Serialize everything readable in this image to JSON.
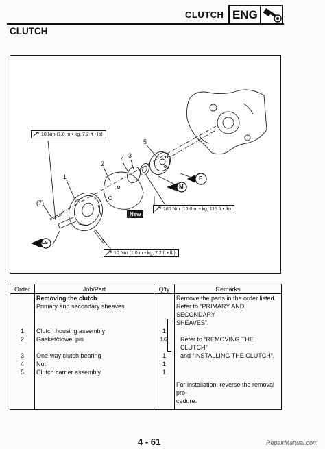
{
  "header": {
    "title": "CLUTCH",
    "badge_text": "ENG",
    "badge_icon": "engine-icon"
  },
  "section_title": "CLUTCH",
  "figure": {
    "torque_labels": [
      "10 Nm (1.0 m • kg, 7.2 ft • lb)",
      "160 Nm (16.0 m • kg, 115 ft • lb)",
      "10 Nm (1.0 m • kg, 7.2 ft • lb)"
    ],
    "new_tag": "New",
    "callouts": [
      "1",
      "2",
      "3",
      "4",
      "5",
      "(7)"
    ],
    "symbols": {
      "lubricant_left": "LS",
      "moly_grease": "M",
      "engine_oil": "E"
    }
  },
  "table": {
    "headers": {
      "order": "Order",
      "job_part": "Job/Part",
      "qty": "Q'ty",
      "remarks": "Remarks"
    },
    "rows": [
      {
        "order": "",
        "job": "Removing the clutch",
        "qty": "",
        "remarks": "Remove the parts in the order listed.",
        "bold": true
      },
      {
        "order": "",
        "job": "Primary and secondary sheaves",
        "qty": "",
        "remarks": "Refer to “PRIMARY AND SECONDARY",
        "bold": false
      },
      {
        "order": "",
        "job": "",
        "qty": "",
        "remarks": "SHEAVES”.",
        "bold": false
      },
      {
        "order": "1",
        "job": "Clutch housing assembly",
        "qty": "1",
        "remarks": "",
        "bold": false
      },
      {
        "order": "2",
        "job": "Gasket/dowel pin",
        "qty": "1/2",
        "remarks": "Refer to “REMOVING THE CLUTCH”",
        "bold": false
      },
      {
        "order": "3",
        "job": "One-way clutch bearing",
        "qty": "1",
        "remarks": "and “INSTALLING THE CLUTCH”.",
        "bold": false
      },
      {
        "order": "4",
        "job": "Nut",
        "qty": "1",
        "remarks": "",
        "bold": false
      },
      {
        "order": "5",
        "job": "Clutch carrier assembly",
        "qty": "1",
        "remarks": "",
        "bold": false
      },
      {
        "order": "",
        "job": "",
        "qty": "",
        "remarks": "",
        "bold": false
      },
      {
        "order": "",
        "job": "",
        "qty": "",
        "remarks": "For installation, reverse the removal pro-",
        "bold": false
      },
      {
        "order": "",
        "job": "",
        "qty": "",
        "remarks": "cedure.",
        "bold": false
      }
    ]
  },
  "page_number": "4 - 61",
  "watermark": "RepairManual.com"
}
